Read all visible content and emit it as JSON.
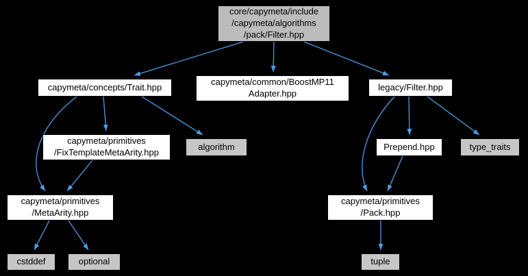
{
  "diagram": {
    "type": "include-dependency-graph",
    "colors": {
      "background": "#000000",
      "edge": "#4e9de6",
      "project_node_fill": "#ffffff",
      "system_node_fill": "#c6c6c6",
      "current_node_fill": "#bcbcbc",
      "node_border": "#000000",
      "node_text": "#000000"
    },
    "nodes": [
      {
        "id": "root",
        "label": "core/capymeta/include\n/capymeta/algorithms\n/pack/Filter.hpp",
        "kind": "current"
      },
      {
        "id": "trait",
        "label": "capymeta/concepts/Trait.hpp",
        "kind": "project"
      },
      {
        "id": "boostmp11",
        "label": "capymeta/common/BoostMP11\nAdapter.hpp",
        "kind": "project"
      },
      {
        "id": "legacy-filter",
        "label": "legacy/Filter.hpp",
        "kind": "project"
      },
      {
        "id": "fixtemplate",
        "label": "capymeta/primitives\n/FixTemplateMetaArity.hpp",
        "kind": "project"
      },
      {
        "id": "algorithm",
        "label": "algorithm",
        "kind": "system"
      },
      {
        "id": "prepend",
        "label": "Prepend.hpp",
        "kind": "project"
      },
      {
        "id": "type-traits",
        "label": "type_traits",
        "kind": "system"
      },
      {
        "id": "metaarity",
        "label": "capymeta/primitives\n/MetaArity.hpp",
        "kind": "project"
      },
      {
        "id": "pack",
        "label": "capymeta/primitives\n/Pack.hpp",
        "kind": "project"
      },
      {
        "id": "cstddef",
        "label": "cstddef",
        "kind": "system"
      },
      {
        "id": "optional",
        "label": "optional",
        "kind": "system"
      },
      {
        "id": "tuple",
        "label": "tuple",
        "kind": "system"
      }
    ],
    "edges": [
      {
        "from": "root",
        "to": "trait"
      },
      {
        "from": "root",
        "to": "boostmp11"
      },
      {
        "from": "root",
        "to": "legacy-filter"
      },
      {
        "from": "trait",
        "to": "fixtemplate"
      },
      {
        "from": "trait",
        "to": "algorithm"
      },
      {
        "from": "trait",
        "to": "metaarity"
      },
      {
        "from": "fixtemplate",
        "to": "metaarity"
      },
      {
        "from": "metaarity",
        "to": "cstddef"
      },
      {
        "from": "metaarity",
        "to": "optional"
      },
      {
        "from": "legacy-filter",
        "to": "prepend"
      },
      {
        "from": "legacy-filter",
        "to": "type-traits"
      },
      {
        "from": "legacy-filter",
        "to": "pack"
      },
      {
        "from": "prepend",
        "to": "pack"
      },
      {
        "from": "pack",
        "to": "tuple"
      }
    ]
  }
}
